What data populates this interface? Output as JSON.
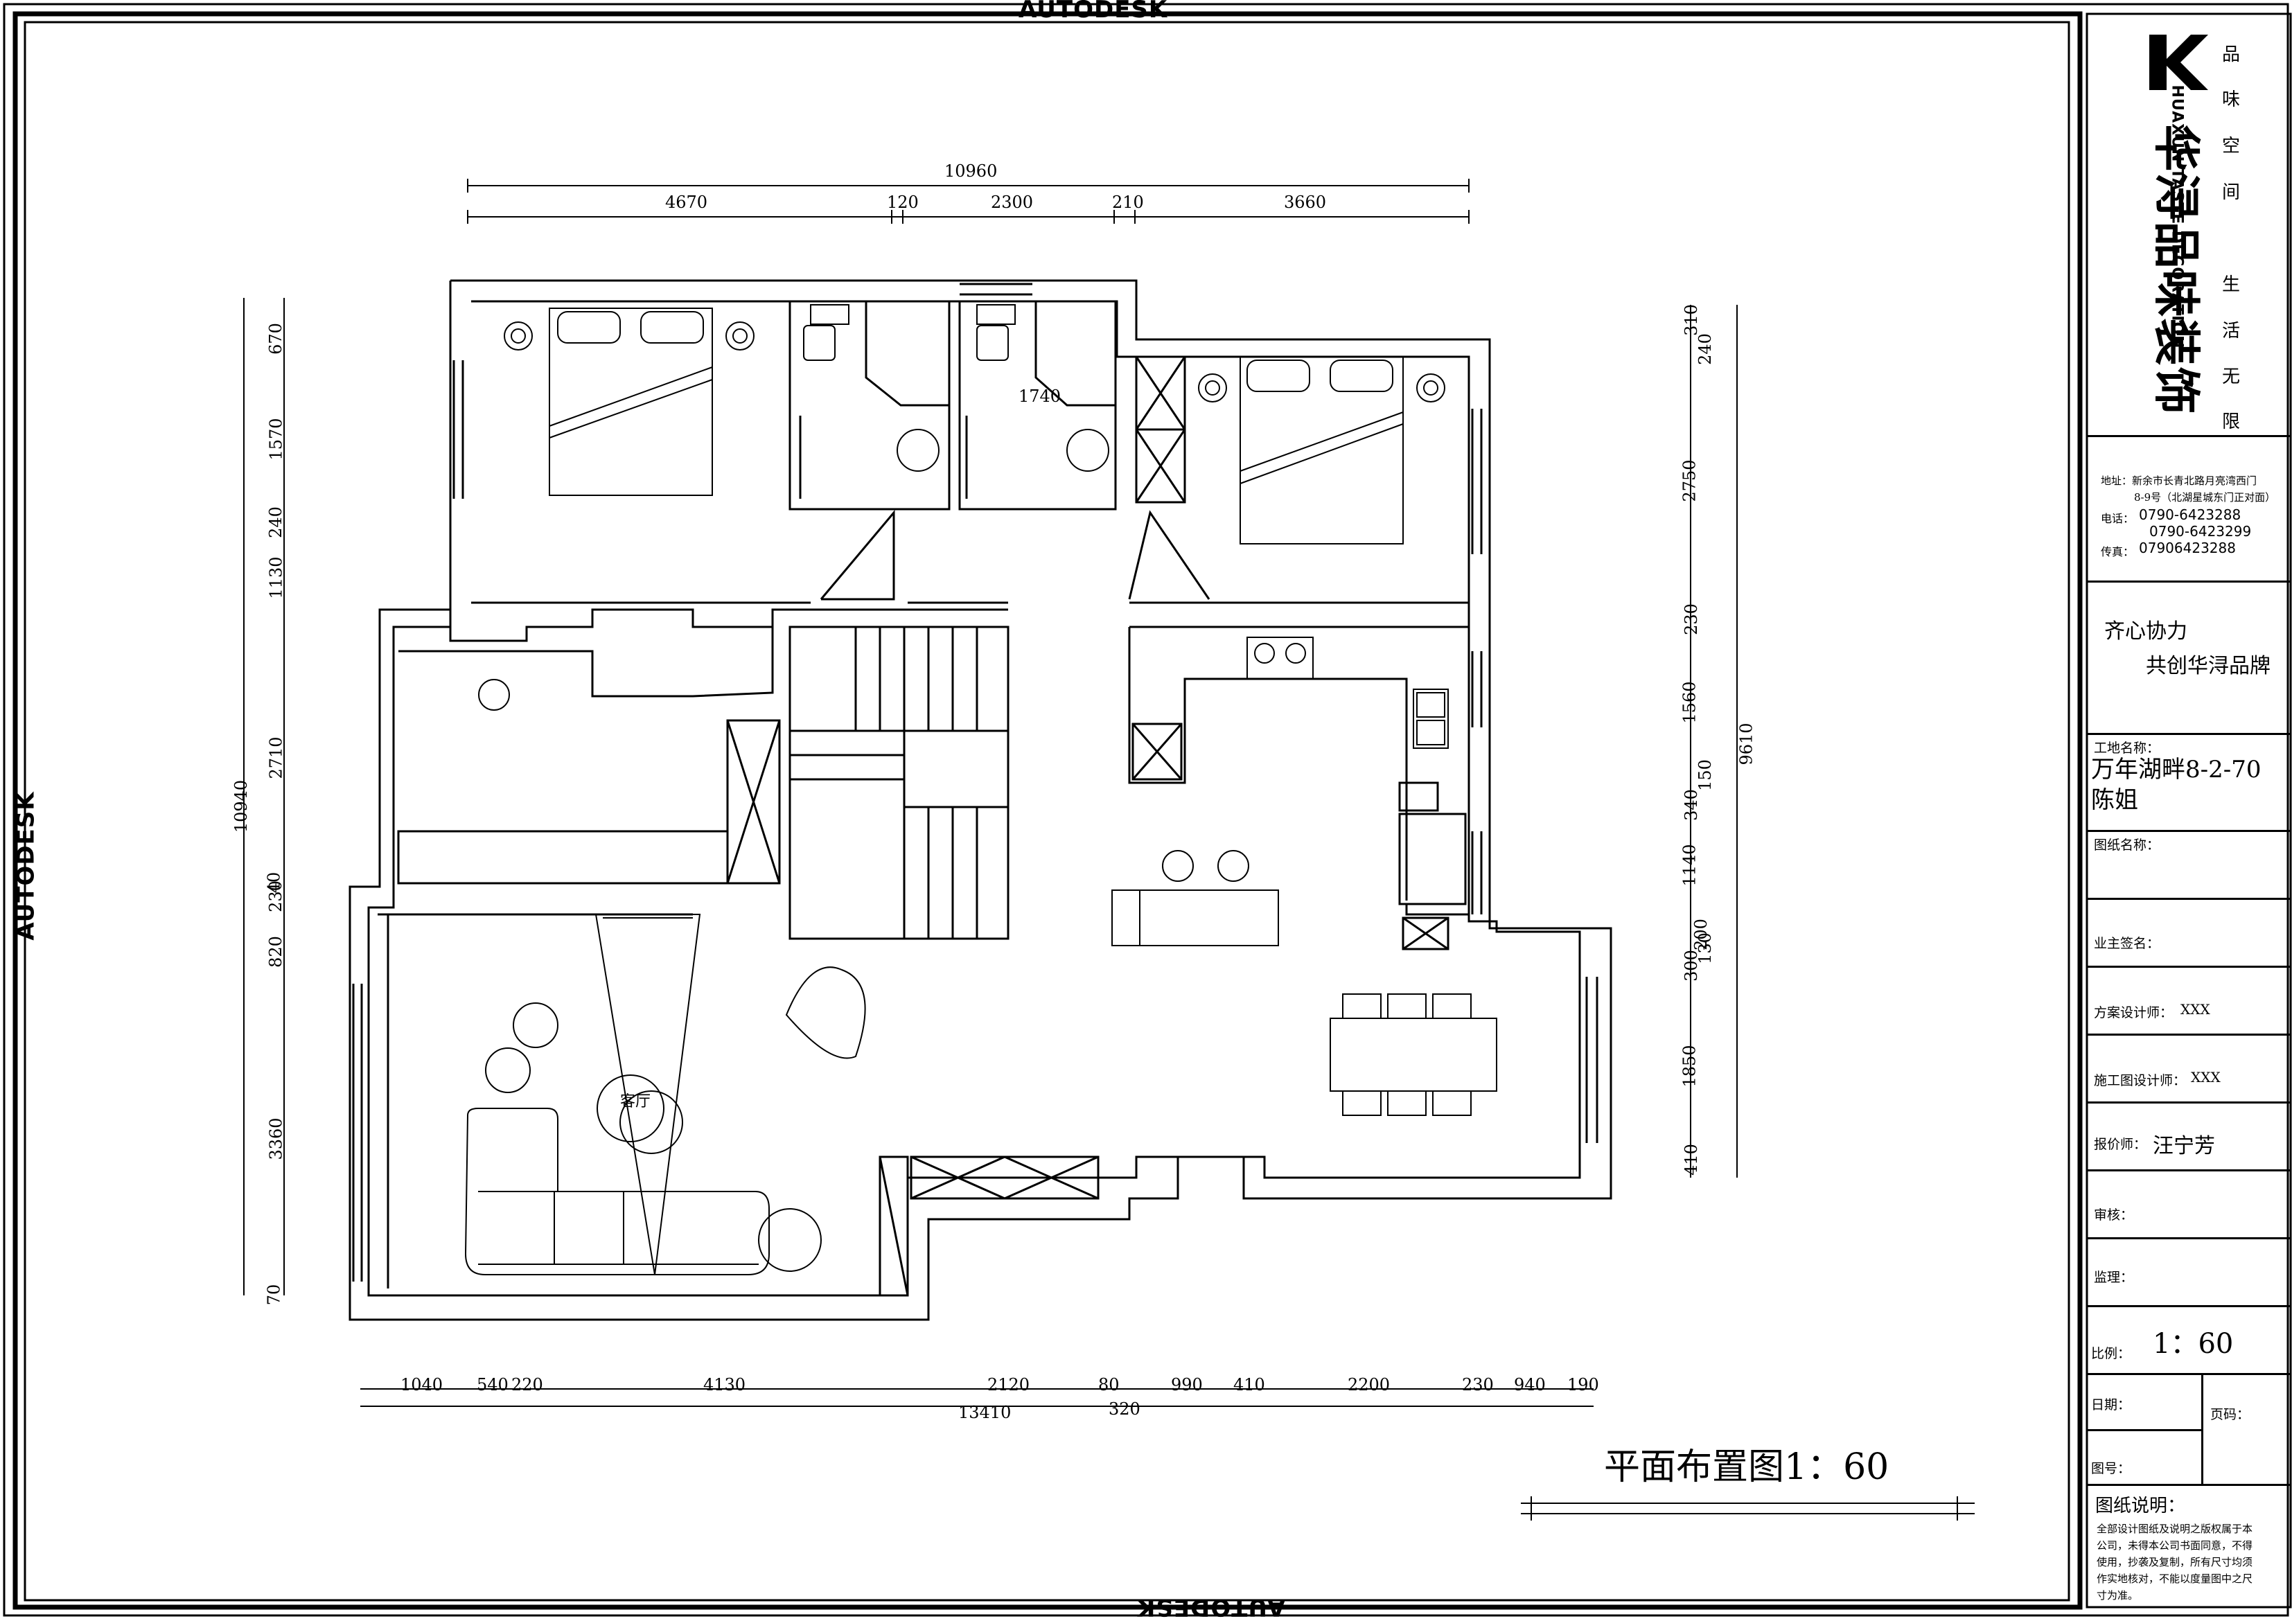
{
  "watermark": "AUTODESK",
  "drawing": {
    "title": "平面布置图1：60",
    "room_label": "客厅",
    "dims_top_total": "10960",
    "dims_top": [
      "4670",
      "120",
      "2300",
      "210",
      "3660"
    ],
    "dim_1740": "1740",
    "dims_left_total": "10940",
    "dims_left": [
      "670",
      "1570",
      "240",
      "1130",
      "2710",
      "230",
      "40",
      "820",
      "3360",
      "70"
    ],
    "dims_right_total": "9610",
    "dims_right": [
      "310",
      "240",
      "2750",
      "230",
      "1560",
      "150",
      "340",
      "1140",
      "300",
      "200",
      "130",
      "1850",
      "410"
    ],
    "dims_bottom_total": "13410",
    "dims_bottom": [
      "1040",
      "540",
      "220",
      "4130",
      "2120",
      "80",
      "990",
      "410",
      "2200",
      "230",
      "940",
      "190"
    ],
    "dim_bottom_small": "320"
  },
  "titleblock": {
    "slogan_chars": [
      "品",
      "味",
      "空",
      "间",
      "生",
      "活",
      "无",
      "限"
    ],
    "brand_cn": "华浔品味装饰",
    "brand_en": "HUAXUN TASTE DECORATION",
    "address_line1": "地址：新余市长青北路月亮湾西门",
    "address_line2": "8-9号（北湖星城东门正对面）",
    "phone_label": "电话：",
    "phone1": "0790-6423288",
    "phone2": "0790-6423299",
    "fax_label": "传真：",
    "fax": "07906423288",
    "motto1": "齐心协力",
    "motto2": "共创华浔品牌",
    "site_label": "工地名称：",
    "site_value1": "万年湖畔8-2-70",
    "site_value2": "陈姐",
    "sheet_name_label": "图纸名称：",
    "owner_label": "业主签名：",
    "designer_label": "方案设计师：",
    "designer_value": "XXX",
    "construction_label": "施工图设计师：",
    "construction_value": "XXX",
    "quote_label": "报价师：",
    "quote_value": "汪宁芳",
    "review_label": "审核：",
    "supervise_label": "监理：",
    "scale_label": "比例：",
    "scale_value": "1：60",
    "date_label": "日期：",
    "page_label": "页码：",
    "sheet_no_label": "图号：",
    "notes_label": "图纸说明：",
    "notes_lines": [
      "全部设计图纸及说明之版权属于本",
      "公司，未得本公司书面同意，不得",
      "使用，抄袭及复制，所有尺寸均须",
      "作实地核对，不能以度量图中之尺",
      "寸为准。"
    ]
  }
}
